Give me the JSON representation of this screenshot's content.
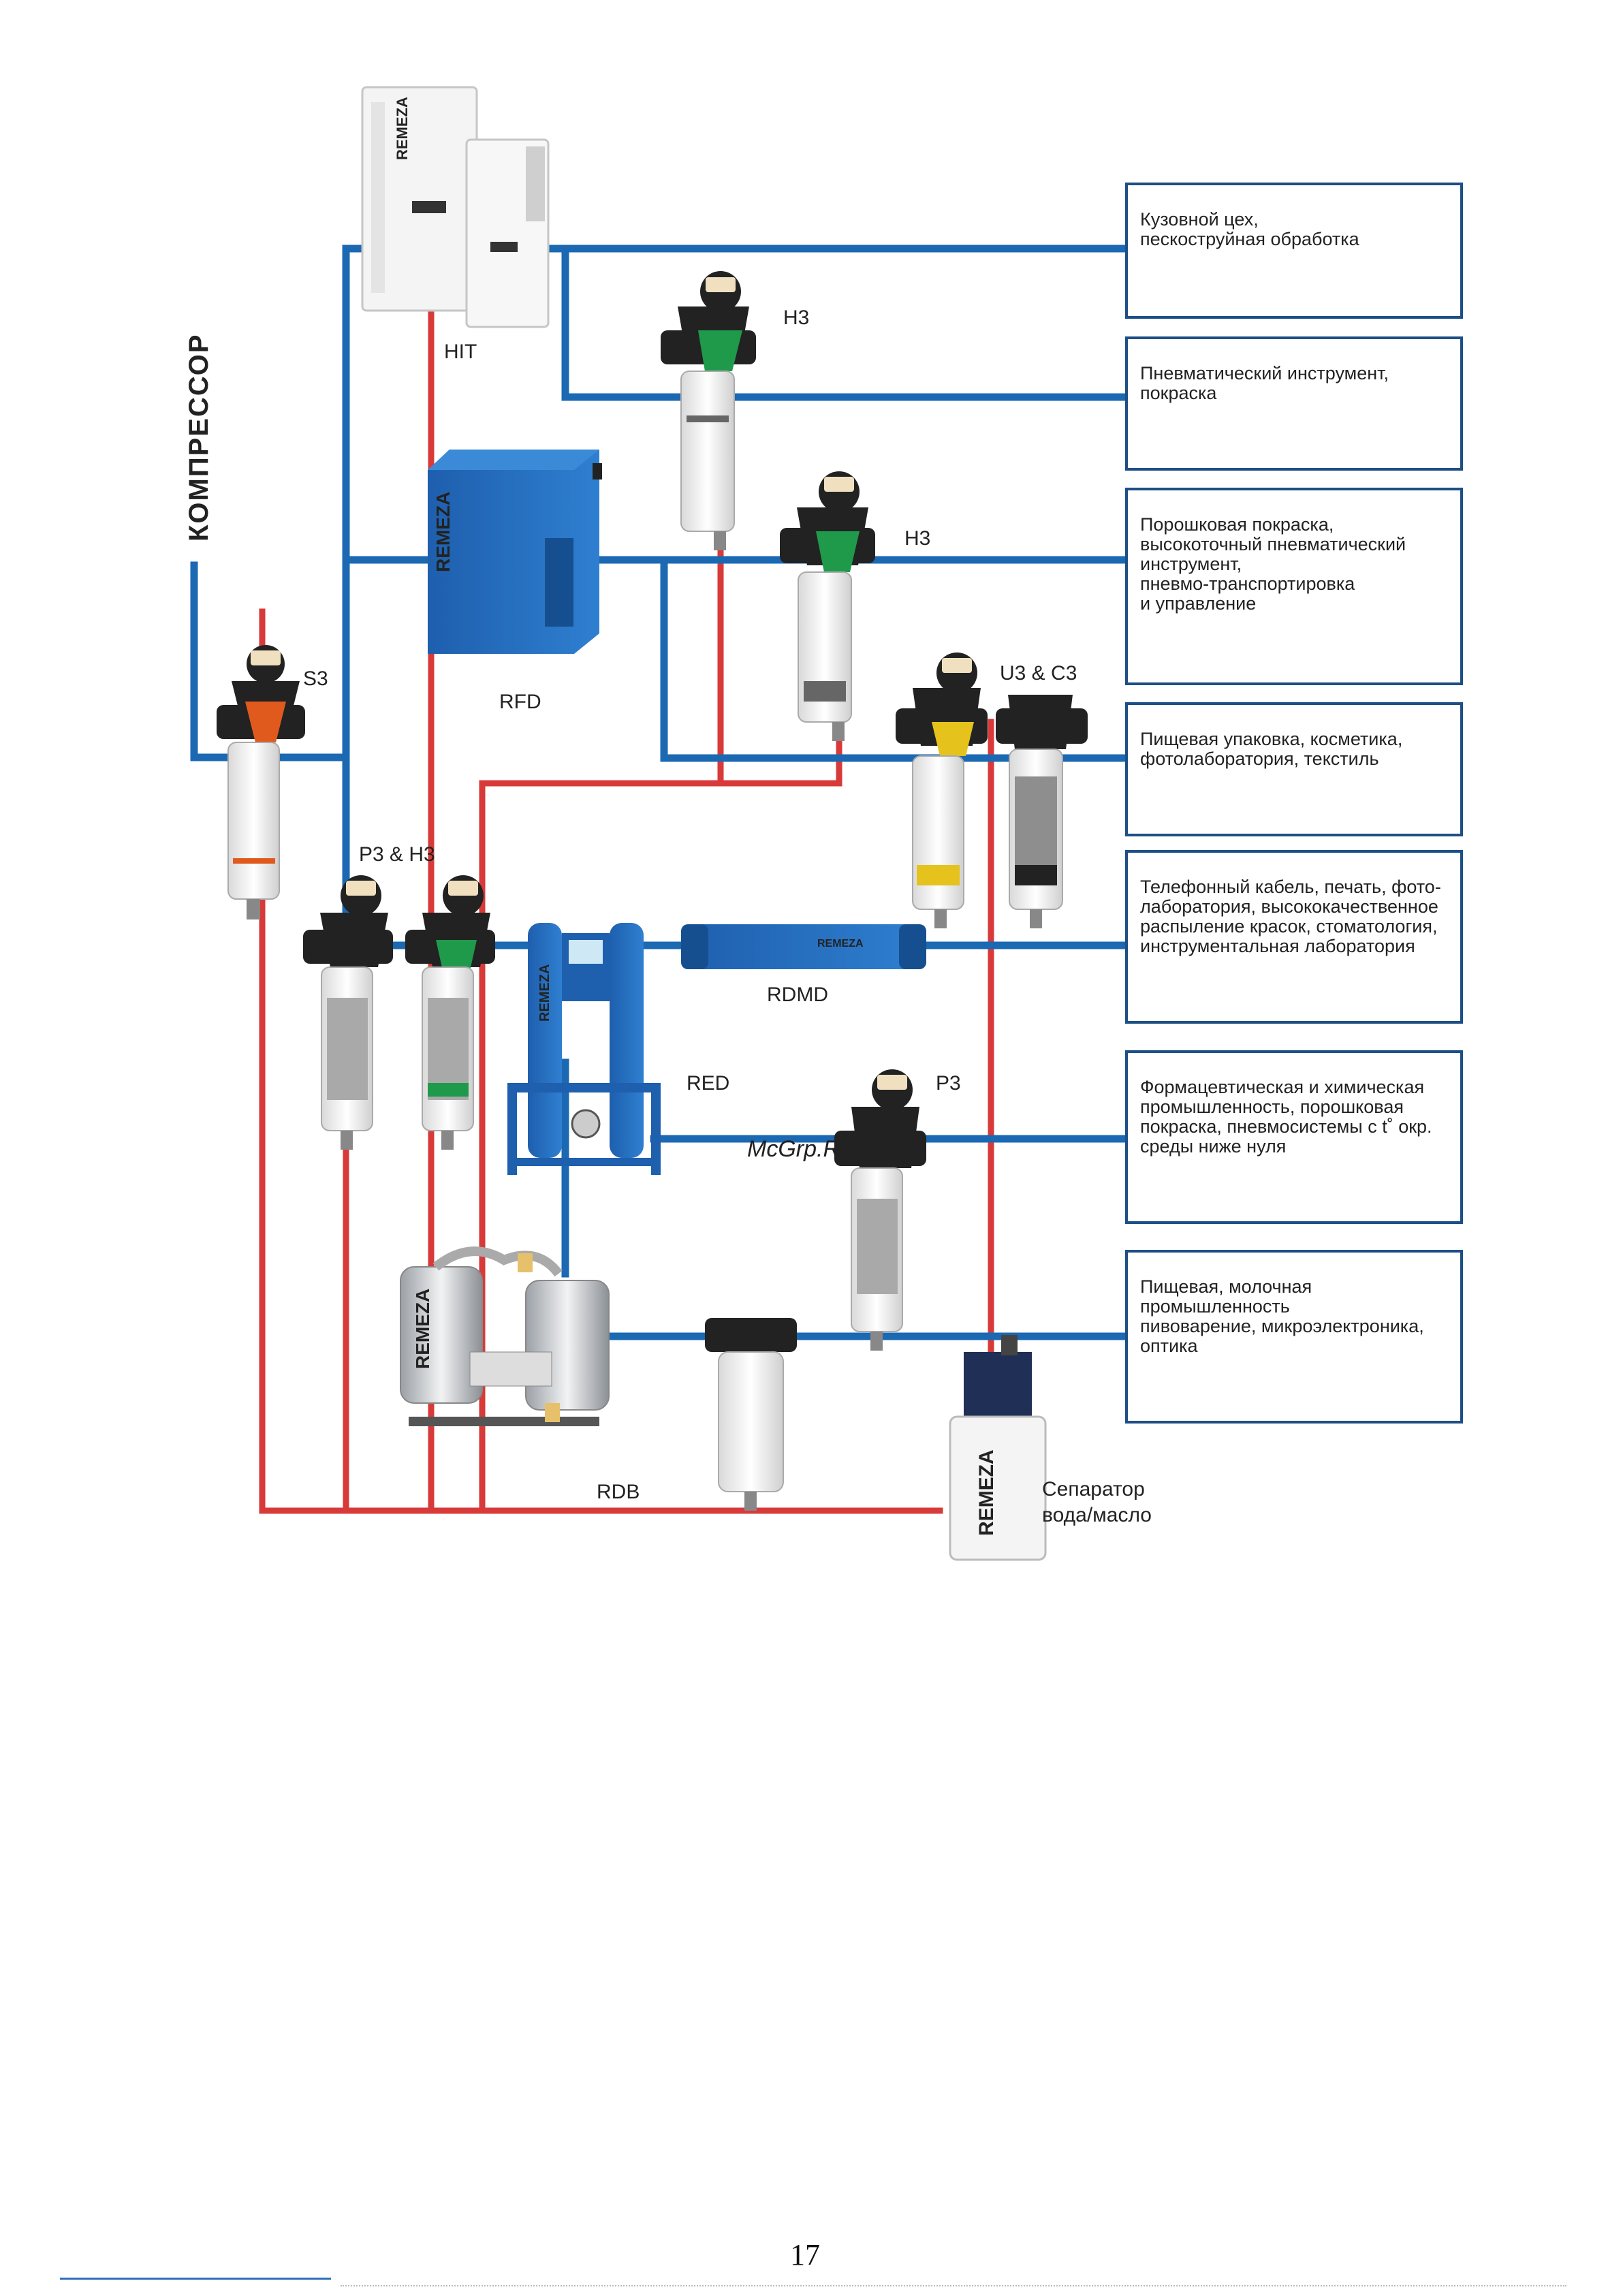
{
  "title": "КОМПРЕССОР",
  "colors": {
    "air_line": "#1b68b3",
    "drain_line": "#d83a3a",
    "box_border": "#1d4f86"
  },
  "equipment": {
    "hit": "HIT",
    "rfd": "RFD",
    "s3": "S3",
    "h3_top": "H3",
    "h3_mid": "H3",
    "u3c3": "U3 & C3",
    "p3h3": "P3 & H3",
    "rdmd": "RDMD",
    "red": "RED",
    "p3": "P3",
    "rdb": "RDB",
    "separator_line1": "Сепаратор",
    "separator_line2": "вода/масло"
  },
  "brand": "REMEZA",
  "watermark": "McGrp.Ru",
  "applications": [
    "Кузовной цех,\nпескоструйная обработка",
    "Пневматический инструмент,\nпокраска",
    "Порошковая покраска,\nвысокоточный пневматический\nинструмент,\nпневмо-транспортировка\nи управление",
    "Пищевая упаковка, косметика,\nфотолаборатория, текстиль",
    "Телефонный кабель, печать, фото-\nлаборатория, высококачественное\nраспыление красок, стоматология,\nинструментальная лаборатория",
    "Формацевтическая и химическая\nпромышленность, порошковая\nпокраска, пневмосистемы с t˚ окр.\nсреды ниже нуля",
    "Пищевая, молочная промышленность\nпивоварение, микроэлектроника,\nоптика"
  ],
  "page_number": "17"
}
